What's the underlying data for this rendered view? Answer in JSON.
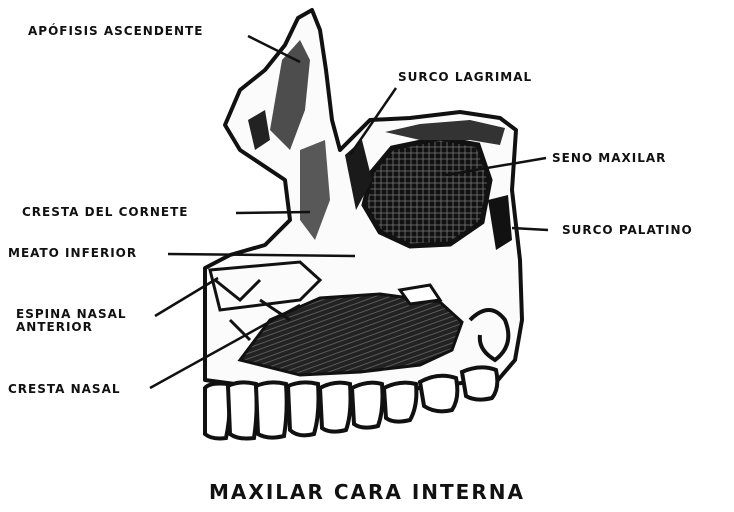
{
  "title": "MAXILAR CARA INTERNA",
  "labels": {
    "apofisis": "APÓFISIS ASCENDENTE",
    "surco_lagrimal": "SURCO LAGRIMAL",
    "seno_maxilar": "SENO MAXILAR",
    "cresta_cornete": "CRESTA DEL CORNETE",
    "surco_palatino": "SURCO PALATINO",
    "meato_inferior": "MEATO INFERIOR",
    "espina_line1": "ESPINA NASAL",
    "espina_line2": "ANTERIOR",
    "cresta_nasal": "CRESTA NASAL"
  }
}
